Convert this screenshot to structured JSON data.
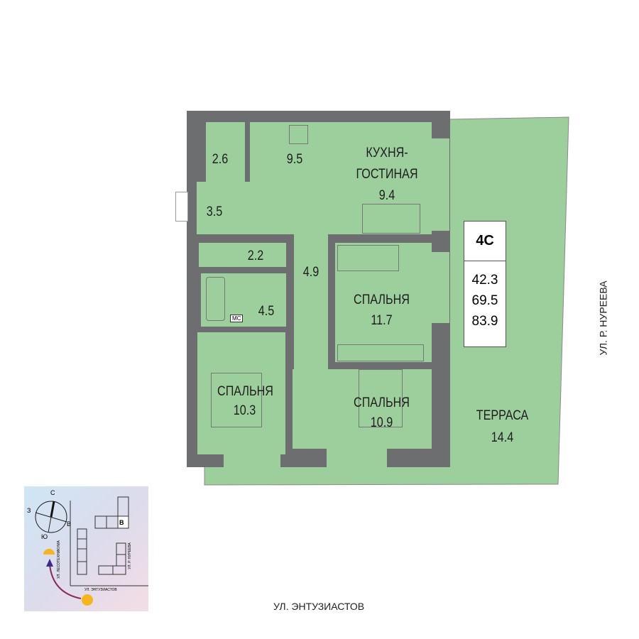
{
  "apartment": {
    "code": "4С",
    "areas": [
      "42.3",
      "69.5",
      "83.9"
    ]
  },
  "rooms": {
    "closet": "2.6",
    "kitchen_area": "9.5",
    "living_name": "КУХНЯ-\nГОСТИНАЯ",
    "living_line1": "КУХНЯ-",
    "living_line2": "ГОСТИНАЯ",
    "living_area": "9.4",
    "hall": "3.5",
    "wc": "2.2",
    "bath": "4.5",
    "bath_tag": "МС",
    "corridor": "4.9",
    "bedroom1_name": "СПАЛЬНЯ",
    "bedroom1_area": "11.7",
    "bedroom2_name": "СПАЛЬНЯ",
    "bedroom2_area": "10.3",
    "bedroom3_name": "СПАЛЬНЯ",
    "bedroom3_area": "10.9",
    "terrace_name": "ТЕРРАСА",
    "terrace_area": "14.4"
  },
  "streets": {
    "bottom": "УЛ. ЭНТУЗИАСТОВ",
    "right": "УЛ. Р. НУРЕЕВА"
  },
  "legend": {
    "compass": {
      "n": "С",
      "w": "З",
      "e": "В",
      "s": "Ю"
    },
    "section": "В",
    "street_left": "УЛ. ЛЕСОТЕХНИКУМА",
    "street_right": "УЛ. Р. НУРЕЕВА",
    "street_bottom": "УЛ. ЭНТУЗИАСТОВ"
  },
  "colors": {
    "room": "#9ccf9c",
    "wall": "#6d6e70"
  }
}
